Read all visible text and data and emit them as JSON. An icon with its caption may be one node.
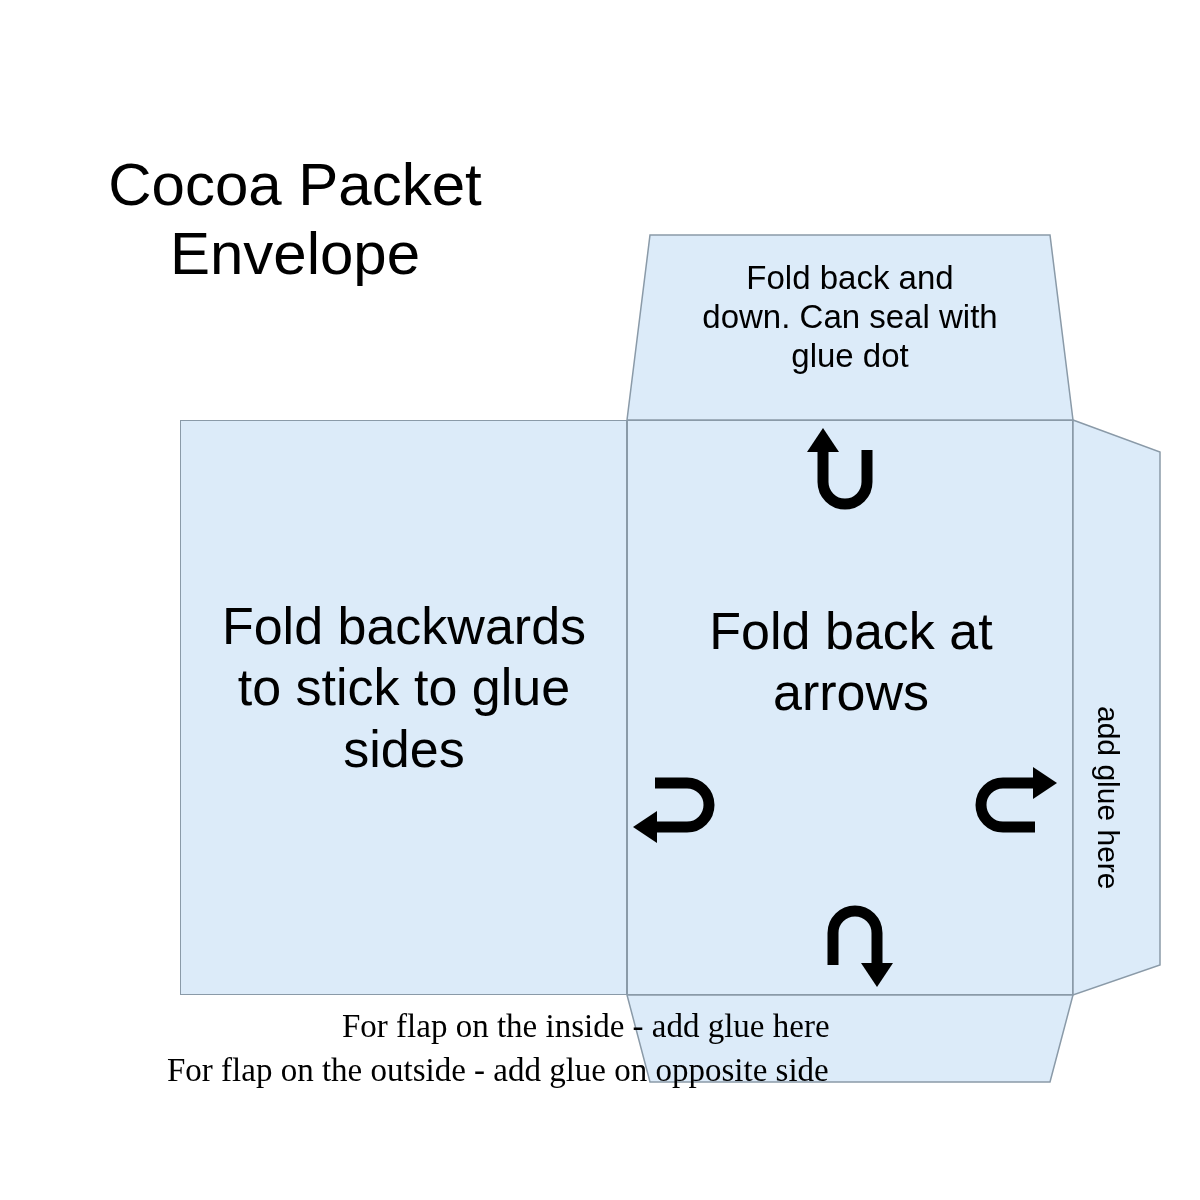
{
  "diagram": {
    "title": "Cocoa Packet Envelope",
    "nodes": [
      {
        "text": [
          "Fold backwards to stick to glue sides"
        ]
      },
      {
        "text": [
          "Fold back at arrows"
        ]
      },
      {
        "text": [
          "Fold back and down. Can seal with glue dot"
        ]
      },
      {
        "text": [
          "add glue here"
        ]
      },
      {
        "text": [],
        "shape": "box"
      }
    ],
    "labels": [
      "For flap on the inside -  add glue here",
      "For flap on the outside -  add glue on opposite side"
    ]
  }
}
